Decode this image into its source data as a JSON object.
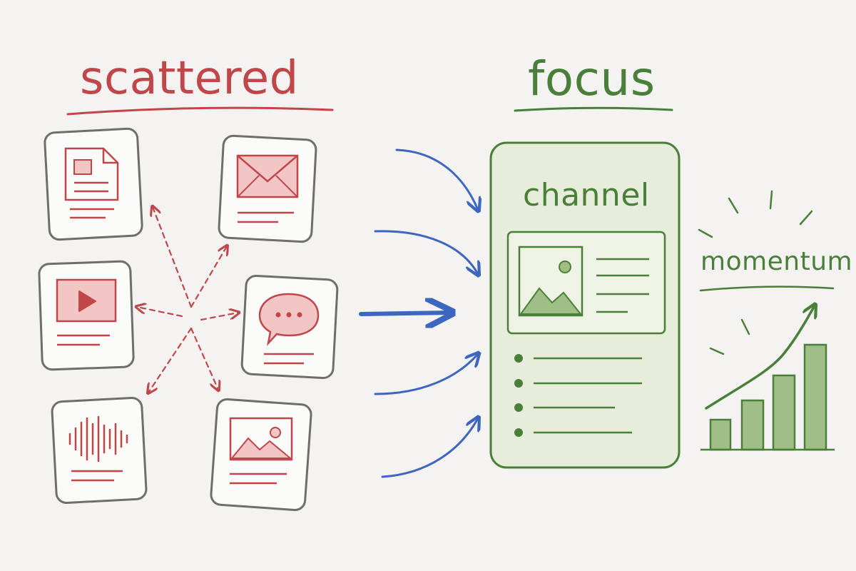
{
  "colors": {
    "background": "#f4f3f1",
    "scattered": "#c0464a",
    "scattered_fill": "#f2c6c4",
    "tile_border": "#6e6e6e",
    "arrow_blue": "#3d66c0",
    "focus": "#4a7f3a",
    "focus_fill": "#e6eedb",
    "focus_fill_dark": "#9fbf86"
  },
  "labels": {
    "scattered": "scattered",
    "focus": "focus",
    "channel": "channel",
    "momentum": "momentum"
  },
  "scattered_items": [
    {
      "icon": "document-icon"
    },
    {
      "icon": "envelope-icon"
    },
    {
      "icon": "video-play-icon"
    },
    {
      "icon": "chat-bubble-icon"
    },
    {
      "icon": "audio-wave-icon"
    },
    {
      "icon": "image-icon"
    }
  ],
  "channel_card": {
    "icon": "image-icon",
    "list_items": 4
  },
  "momentum_bars": [
    1,
    2,
    3,
    4
  ]
}
